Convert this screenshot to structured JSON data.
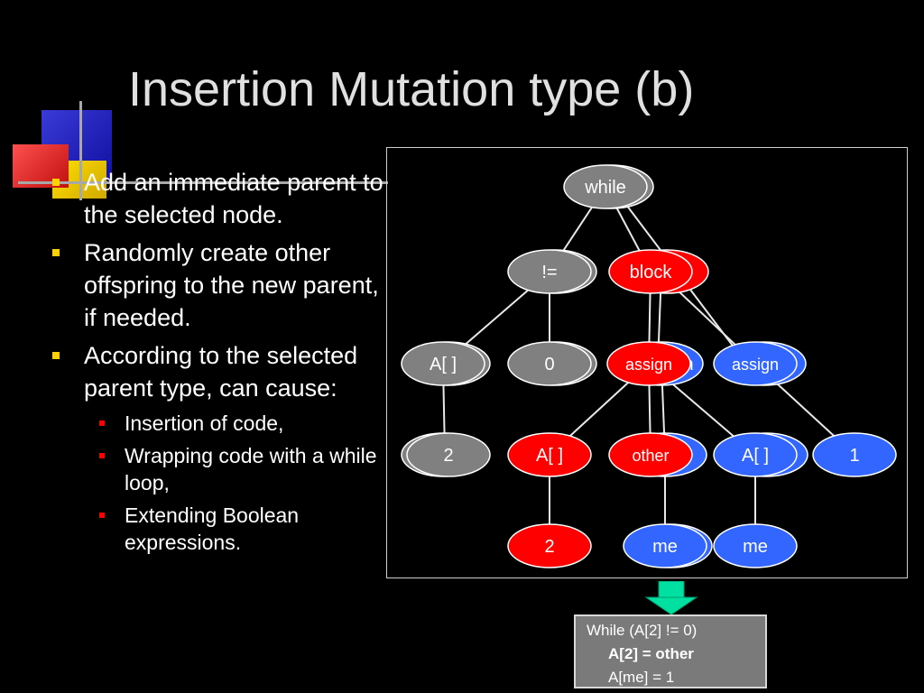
{
  "title": "Insertion Mutation type (b)",
  "bullets": [
    {
      "text": "Add an immediate parent to the selected node."
    },
    {
      "text": "Randomly create other offspring to the new parent, if needed."
    },
    {
      "text": "According to the selected parent type, can cause:"
    }
  ],
  "sub_bullets": [
    {
      "text": "Insertion of code,"
    },
    {
      "text": "Wrapping code with a while loop,"
    },
    {
      "text": "Extending Boolean expressions."
    }
  ],
  "tree": {
    "colors": {
      "gray": "#808080",
      "red": "#ff0000",
      "blue": "#3366ff",
      "outline": "#ffffff"
    },
    "nodes": [
      {
        "id": "while",
        "label": "while",
        "color": "gray"
      },
      {
        "id": "neq",
        "label": "!=",
        "color": "gray"
      },
      {
        "id": "block",
        "label": "block",
        "color": "red"
      },
      {
        "id": "arr1",
        "label": "A[ ]",
        "color": "gray"
      },
      {
        "id": "zero",
        "label": "0",
        "color": "gray"
      },
      {
        "id": "assign-red",
        "label": "assign",
        "color": "red"
      },
      {
        "id": "assign-behind",
        "label": "n",
        "color": "blue"
      },
      {
        "id": "assign-blue",
        "label": "assign",
        "color": "blue"
      },
      {
        "id": "two-gray",
        "label": "2",
        "color": "gray"
      },
      {
        "id": "arr-red",
        "label": "A[ ]",
        "color": "red"
      },
      {
        "id": "other",
        "label": "other",
        "color": "red"
      },
      {
        "id": "arr-blue",
        "label": "A[ ]",
        "color": "blue"
      },
      {
        "id": "one",
        "label": "1",
        "color": "blue"
      },
      {
        "id": "two-red",
        "label": "2",
        "color": "red"
      },
      {
        "id": "me1",
        "label": "me",
        "color": "blue"
      },
      {
        "id": "me2",
        "label": "me",
        "color": "blue"
      }
    ]
  },
  "code": {
    "line1": "While (A[2] != 0)",
    "line2": "A[2] = other",
    "line3": "A[me] = 1"
  }
}
